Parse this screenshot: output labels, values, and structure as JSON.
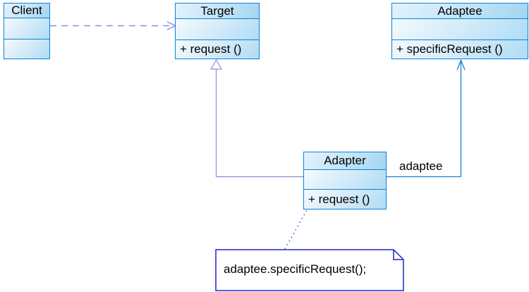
{
  "classes": [
    {
      "name": "Client",
      "attributes": "",
      "methods": ""
    },
    {
      "name": "Target",
      "attributes": "",
      "methods": "+ request ()"
    },
    {
      "name": "Adaptee",
      "attributes": "",
      "methods": "+ specificRequest ()"
    },
    {
      "name": "Adapter",
      "attributes": "",
      "methods": "+ request ()"
    }
  ],
  "relationships": [
    {
      "type": "dependency",
      "from": "Client",
      "to": "Target",
      "style": "dashed-open-arrow",
      "label": ""
    },
    {
      "type": "generalization",
      "from": "Adapter",
      "to": "Target",
      "style": "solid-hollow-triangle",
      "label": ""
    },
    {
      "type": "association",
      "from": "Adapter",
      "to": "Adaptee",
      "style": "solid-open-arrow",
      "label": "adaptee"
    },
    {
      "type": "note-anchor",
      "from": "note",
      "to": "Adapter",
      "style": "dotted",
      "label": ""
    }
  ],
  "note": {
    "text": "adaptee.specificRequest();"
  },
  "colors": {
    "box_border": "#0a82d8",
    "box_fill_light": "#f4fafe",
    "box_fill_dark": "#aedcf5",
    "dependency_line": "#8c8ce0",
    "association_line": "#1583d6",
    "note_border": "#2323c9",
    "note_anchor_line": "#2d53cc",
    "text": "#000000"
  }
}
